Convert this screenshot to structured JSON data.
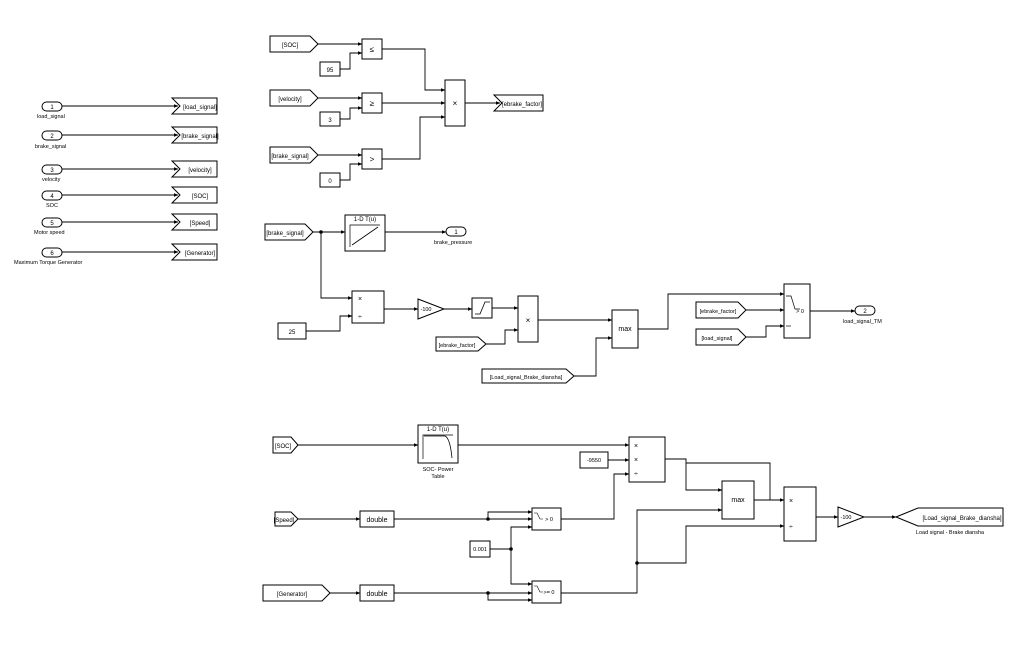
{
  "inports": [
    {
      "num": "1",
      "label": "load_signal",
      "goto": "[load_signal]"
    },
    {
      "num": "2",
      "label": "brake_signal",
      "goto": "[brake_signal]"
    },
    {
      "num": "3",
      "label": "velocity",
      "goto": "[velocity]"
    },
    {
      "num": "4",
      "label": "SOC",
      "goto": "[SOC]"
    },
    {
      "num": "5",
      "label": "Motor speed",
      "goto": "[Speed]"
    },
    {
      "num": "6",
      "label": "Maximum Torque Generator",
      "goto": "[Generator]"
    }
  ],
  "ebrake": {
    "from_soc": "[SOC]",
    "const_95": "95",
    "op_le": "≤",
    "from_velocity": "[velocity]",
    "const_3": "3",
    "op_ge": "≥",
    "from_brake": "[brake_signal]",
    "const_0": "0",
    "op_gt": ">",
    "product": "×",
    "goto": "[ebrake_factor]"
  },
  "pressure": {
    "from_brake": "[brake_signal]",
    "lookup_title": "1-D T(u)",
    "outport_num": "1",
    "outport_label": "brake_pressure"
  },
  "torque": {
    "const_25": "25",
    "prod_a": "×",
    "prod_b": "÷",
    "gain": "-100",
    "prod_c": "×",
    "from_ebrake": "[ebrake_factor]",
    "max_label": "max",
    "from_lsbd": "[Load_signal_Brake_diansha]",
    "switch_from_ebrake": "[ebrake_factor]",
    "switch_from_load": "[load_signal]",
    "switch_cond": "> 0",
    "outport_num": "2",
    "outport_label": "load_signal_TM"
  },
  "soc_section": {
    "from_soc": "[SOC]",
    "lookup_title": "1-D T(u)",
    "lookup_label_1": "SOC- Power",
    "lookup_label_2": "Table",
    "const_9550": "-9550",
    "prod_ops": [
      "×",
      "×",
      "÷"
    ],
    "from_speed": "[Speed]",
    "conv_speed": "double",
    "const_0001": "0.001",
    "switch1_cond": "> 0",
    "from_generator": "[Generator]",
    "conv_gen": "double",
    "switch2_cond": ">= 0",
    "max_label": "max",
    "prod2_ops": [
      "×",
      "÷"
    ],
    "gain": "-100",
    "goto": "[Load_signal_Brake_diansha]",
    "goto_caption": "Load signal - Brake  diansha"
  }
}
